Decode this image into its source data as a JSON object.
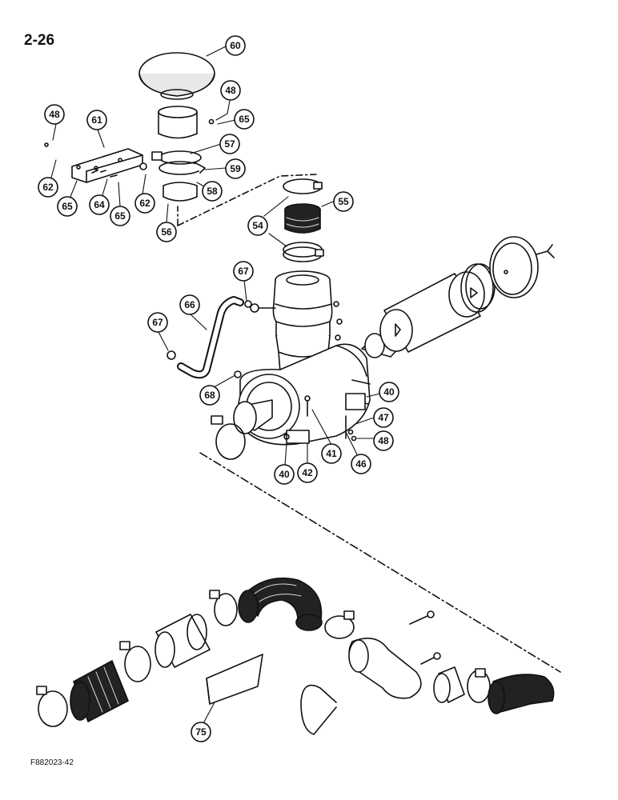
{
  "page_number": "2-26",
  "figure_code": "F882023-42",
  "callouts": [
    "60",
    "48",
    "65",
    "61",
    "48",
    "57",
    "59",
    "62",
    "65",
    "64",
    "65",
    "62",
    "58",
    "56",
    "55",
    "54",
    "67",
    "66",
    "67",
    "68",
    "40",
    "47",
    "48",
    "41",
    "46",
    "40",
    "42",
    "75"
  ],
  "colors": {
    "ink": "#111111",
    "paper": "#ffffff",
    "shade": "#cfcfcf"
  }
}
